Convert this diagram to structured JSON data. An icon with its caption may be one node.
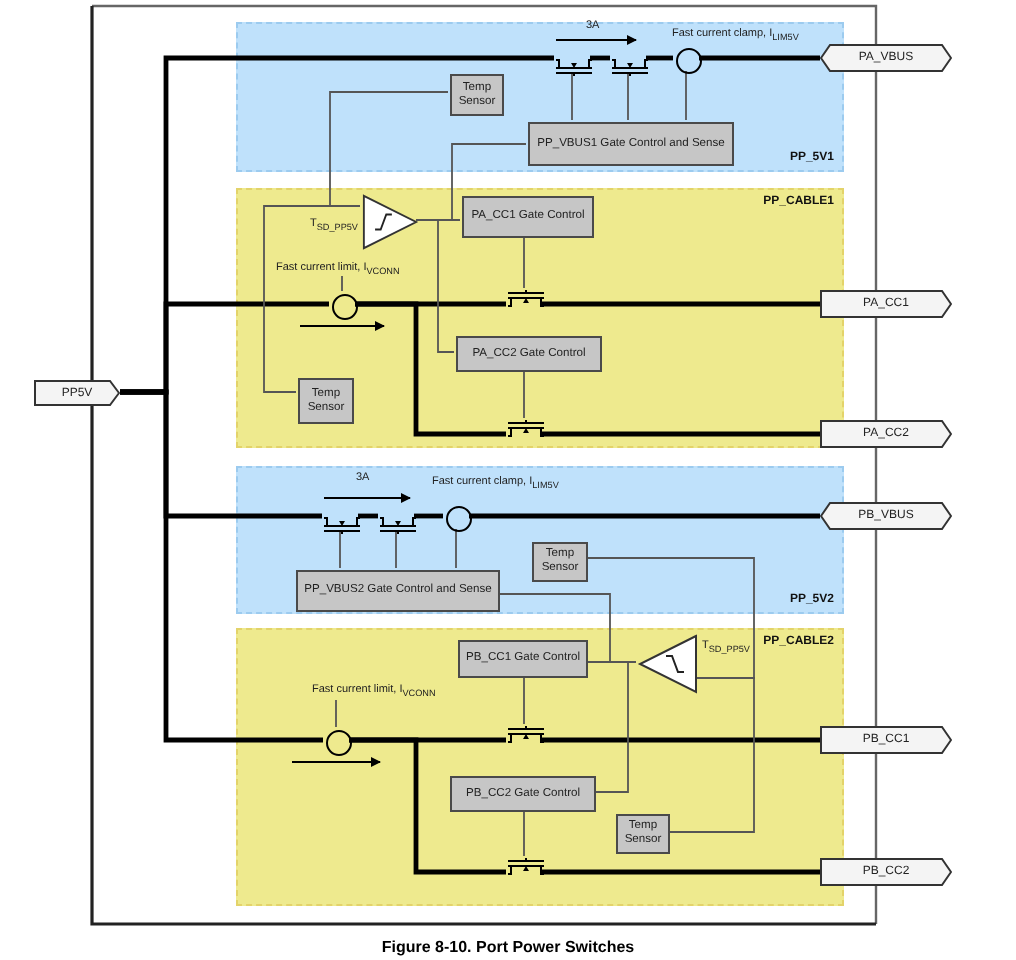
{
  "diagram": {
    "caption": "Figure 8-10. Port Power Switches",
    "nodes": [
      {
        "text": [
          "PP_5V1"
        ]
      },
      {
        "text": [
          "Temp Sensor"
        ],
        "in": 0
      },
      {
        "text": [
          "PP_VBUS1 Gate Control and Sense"
        ],
        "in": 0
      },
      {
        "text": [
          "PP_CABLE1"
        ]
      },
      {
        "text": [],
        "shape": "triangle",
        "in": 3,
        "beside": [
          "T$_{SD_PP5V}$"
        ]
      },
      {
        "text": [
          "PA_CC1 Gate Control"
        ],
        "in": 3
      },
      {
        "text": [
          "PA_CC2 Gate Control"
        ],
        "in": 3
      },
      {
        "text": [
          "Temp Sensor"
        ],
        "in": 3
      },
      {
        "text": [
          "PP_5V2"
        ]
      },
      {
        "text": [
          "PP_VBUS2 Gate Control and Sense"
        ],
        "in": 8
      },
      {
        "text": [
          "Temp Sensor"
        ],
        "in": 8
      },
      {
        "text": [
          "PP_CABLE2"
        ]
      },
      {
        "text": [
          "PB_CC1 Gate Control"
        ],
        "in": 11
      },
      {
        "text": [],
        "shape": "triangle",
        "in": 11,
        "beside": [
          "T$_{SD_PP5V}$"
        ]
      },
      {
        "text": [
          "PB_CC2 Gate Control"
        ],
        "in": 11
      },
      {
        "text": [
          "Temp Sensor"
        ],
        "in": 11
      },
      {
        "text": [
          "PP5V"
        ]
      },
      {
        "text": [
          "PA_VBUS"
        ]
      },
      {
        "text": [
          "PA_CC1"
        ]
      },
      {
        "text": [
          "PA_CC2"
        ]
      },
      {
        "text": [
          "PB_VBUS"
        ]
      },
      {
        "text": [
          "PB_CC1"
        ]
      },
      {
        "text": [
          "PB_CC2"
        ]
      },
      {
        "text": [],
        "shape": "transistor",
        "in": 0
      },
      {
        "text": [],
        "shape": "transistor",
        "in": 0
      },
      {
        "text": [],
        "shape": "circle",
        "in": 0
      },
      {
        "text": [],
        "shape": "transistor",
        "in": 3
      },
      {
        "text": [],
        "shape": "circle",
        "in": 3
      },
      {
        "text": [],
        "shape": "transistor",
        "in": 3
      },
      {
        "text": [],
        "shape": "transistor",
        "in": 8
      },
      {
        "text": [],
        "shape": "transistor",
        "in": 8
      },
      {
        "text": [],
        "shape": "circle",
        "in": 8
      },
      {
        "text": [],
        "shape": "circle",
        "in": 11
      },
      {
        "text": [],
        "shape": "transistor",
        "in": 11
      },
      {
        "text": [],
        "shape": "transistor",
        "in": 11
      },
      {
        "text": [
          "Fast current limit, I$_{VCONN}$"
        ],
        "in": 3
      },
      {
        "text": [
          "Fast current limit, I$_{VCONN}$"
        ],
        "in": 11
      }
    ],
    "edges": [
      {
        "from": 16,
        "to": 23,
        "arrow": "none",
        "style": "thick"
      },
      {
        "from": 23,
        "to": 24,
        "arrow": "none",
        "style": "thick"
      },
      {
        "from": 24,
        "to": 25,
        "arrow": "none",
        "style": "thick"
      },
      {
        "from": 25,
        "to": 17,
        "arrow": "none",
        "style": "thick"
      },
      {
        "from": 16,
        "to": 27,
        "arrow": "none",
        "style": "thick"
      },
      {
        "from": 27,
        "to": 26,
        "arrow": "none",
        "style": "thick"
      },
      {
        "from": 26,
        "to": 18,
        "arrow": "none",
        "style": "thick"
      },
      {
        "from": 27,
        "to": 28,
        "arrow": "none",
        "style": "thick"
      },
      {
        "from": 28,
        "to": 19,
        "arrow": "none",
        "style": "thick"
      },
      {
        "from": 16,
        "to": 29,
        "arrow": "none",
        "style": "thick"
      },
      {
        "from": 29,
        "to": 30,
        "arrow": "none",
        "style": "thick"
      },
      {
        "from": 30,
        "to": 31,
        "arrow": "none",
        "style": "thick"
      },
      {
        "from": 31,
        "to": 20,
        "arrow": "none",
        "style": "thick"
      },
      {
        "from": 16,
        "to": 32,
        "arrow": "none",
        "style": "thick"
      },
      {
        "from": 32,
        "to": 33,
        "arrow": "none",
        "style": "thick"
      },
      {
        "from": 33,
        "to": 21,
        "arrow": "none",
        "style": "thick"
      },
      {
        "from": 32,
        "to": 34,
        "arrow": "none",
        "style": "thick"
      },
      {
        "from": 34,
        "to": 22,
        "arrow": "none",
        "style": "thick"
      },
      {
        "from": 1,
        "to": 4,
        "arrow": "none"
      },
      {
        "from": 7,
        "to": 4,
        "arrow": "none"
      },
      {
        "from": 4,
        "to": 5,
        "arrow": "none"
      },
      {
        "from": 4,
        "to": 6,
        "arrow": "none"
      },
      {
        "from": 4,
        "to": 2,
        "arrow": "none"
      },
      {
        "from": 10,
        "to": 13,
        "arrow": "none"
      },
      {
        "from": 15,
        "to": 13,
        "arrow": "none"
      },
      {
        "from": 13,
        "to": 12,
        "arrow": "none"
      },
      {
        "from": 13,
        "to": 14,
        "arrow": "none"
      },
      {
        "from": 13,
        "to": 9,
        "arrow": "none"
      },
      {
        "from": 2,
        "to": 23,
        "arrow": "none"
      },
      {
        "from": 2,
        "to": 24,
        "arrow": "none"
      },
      {
        "from": 2,
        "to": 25,
        "arrow": "none"
      },
      {
        "from": 5,
        "to": 26,
        "arrow": "none"
      },
      {
        "from": 6,
        "to": 28,
        "arrow": "none"
      },
      {
        "from": 9,
        "to": 29,
        "arrow": "none"
      },
      {
        "from": 9,
        "to": 30,
        "arrow": "none"
      },
      {
        "from": 9,
        "to": 31,
        "arrow": "none"
      },
      {
        "from": 12,
        "to": 33,
        "arrow": "none"
      },
      {
        "from": 14,
        "to": 34,
        "arrow": "none"
      },
      {
        "from": 35,
        "to": 27,
        "arrow": "none"
      },
      {
        "from": 36,
        "to": 32,
        "arrow": "none"
      }
    ],
    "labels": [
      "3A",
      "Fast current clamp, I$_{LIM5V}$",
      "3A",
      "Fast current clamp, I$_{LIM5V}$"
    ]
  }
}
